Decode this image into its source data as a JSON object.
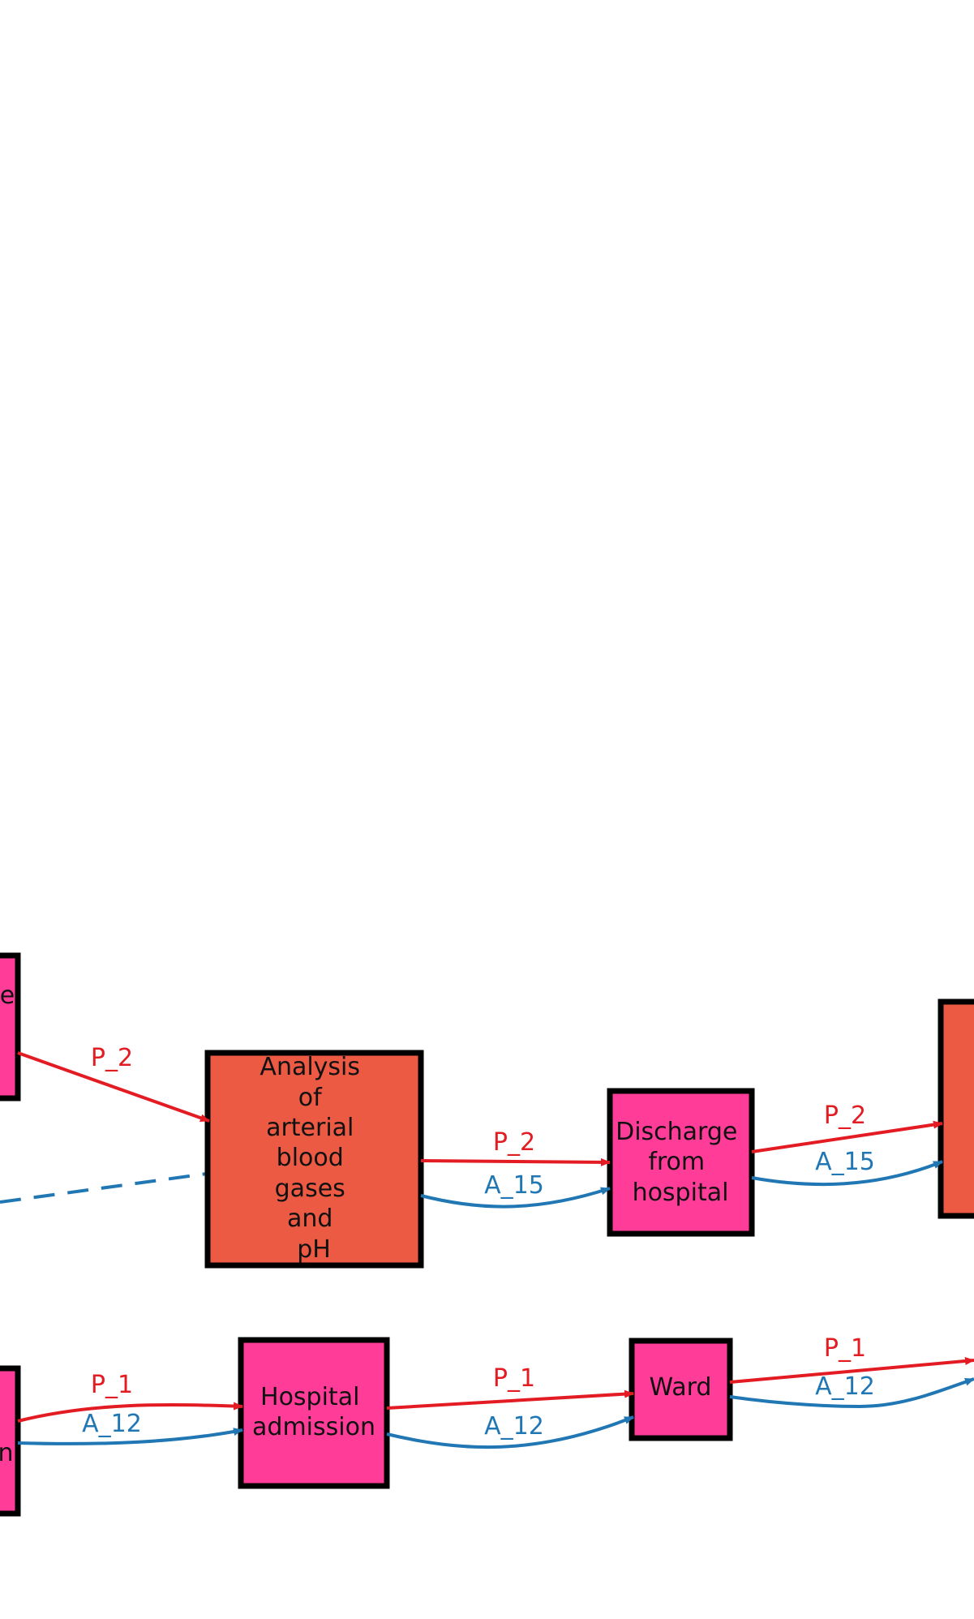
{
  "colors": {
    "pink_node": "#ff3d98",
    "orange_node": "#ec5a44",
    "red_edge": "#e31b23",
    "blue_edge": "#2077b4",
    "border": "#000000"
  },
  "nodes": {
    "left_top": {
      "label_line1": "e"
    },
    "left_bottom": {
      "label_line1": "n"
    },
    "analysis": {
      "lines": [
        "Analysis",
        "of",
        "arterial",
        "blood",
        "gases",
        "and",
        "pH"
      ]
    },
    "discharge": {
      "lines": [
        "Discharge",
        "from",
        "hospital"
      ]
    },
    "hospital": {
      "lines": [
        "Hospital",
        "admission"
      ]
    },
    "ward": {
      "lines": [
        "Ward"
      ]
    }
  },
  "edges": {
    "left_top_to_analysis": {
      "label": "P_2"
    },
    "analysis_to_discharge_red": {
      "label": "P_2"
    },
    "analysis_to_discharge_blue": {
      "label": "A_15"
    },
    "discharge_to_right_red": {
      "label": "P_2"
    },
    "discharge_to_right_blue": {
      "label": "A_15"
    },
    "left_bottom_to_hospital_red": {
      "label": "P_1"
    },
    "left_bottom_to_hospital_blue": {
      "label": "A_12"
    },
    "hospital_to_ward_red": {
      "label": "P_1"
    },
    "hospital_to_ward_blue": {
      "label": "A_12"
    },
    "ward_to_right_red": {
      "label": "P_1"
    },
    "ward_to_right_blue": {
      "label": "A_12"
    }
  }
}
